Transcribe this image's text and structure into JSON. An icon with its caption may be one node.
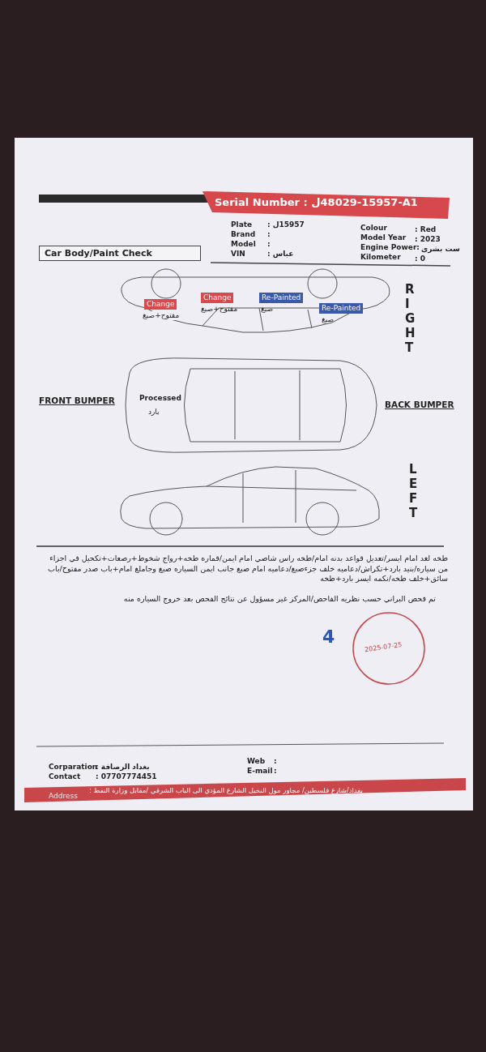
{
  "diagram": {
    "labels": [
      "Serial Number : ل48029-15957-A1",
      "Plate",
      ": ل15957",
      "Brand",
      ":",
      "Model",
      ":",
      "VIN",
      ": عباس",
      "Colour",
      ": Red",
      "Model Year",
      ": 2023",
      "Engine Power:",
      "ست بشرى",
      "Kilometer",
      ": 0",
      "Car Body/Paint Check",
      "Change",
      "مفتوح+صبغ",
      "Change",
      "مفتوح+صبغ",
      "Re-Painted",
      "صبغ",
      "Re-Painted",
      "صبغ",
      "RIGHT",
      "FRONT BUMPER",
      "Processed",
      "بارد",
      "BACK BUMPER",
      "LEFT",
      "طخه لغد امام ايسر/تعديل قواعد بدنه امام/طخه راس شاصي امام ايمن/قماره طخه+رواج شخوط+رصعات+تكحيل في اجزاء من سياره/بنيد بارد+تكراش/دعاميه خلف جزءصبغ/دعاميه امام صبغ جانب ايمن السياره صبغ وجاملغ امام+باب صدر مفتوح/باب سائق+خلف طخه/نكمه ايسر بارد+طخه",
      "تم فحص البراني حسب نظريه الفاحص/المركز غير مسؤول عن نتائج الفحص بعد خروج السياره منه",
      "4",
      "2025-07-25",
      "Corparation",
      ": بغداد الرصافة",
      "Contact",
      ": 07707774451",
      "Web",
      ":",
      "E-mail",
      ":",
      "Address",
      ": بغداد/شارع فلسطين/ مجاور مول النخيل الشارع المؤدي الى الباب الشرقي /مقابل وزارة النفط"
    ]
  }
}
